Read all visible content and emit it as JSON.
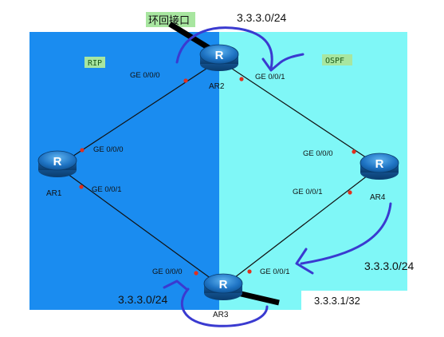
{
  "areas": {
    "left_label": "RIP",
    "right_label": "OSPF",
    "left_color": "#1a8cf0",
    "right_color": "#7ff7f7",
    "tag_color": "#a8e6a0"
  },
  "loopback_label": "环回接口",
  "routers": {
    "ar1": {
      "name": "AR1",
      "glyph": "R"
    },
    "ar2": {
      "name": "AR2",
      "glyph": "R"
    },
    "ar3": {
      "name": "AR3",
      "glyph": "R"
    },
    "ar4": {
      "name": "AR4",
      "glyph": "R"
    }
  },
  "interfaces": {
    "ar2_left": "GE 0/0/0",
    "ar2_right": "GE 0/0/1",
    "ar1_top": "GE 0/0/0",
    "ar1_bottom": "GE 0/0/1",
    "ar4_top": "GE 0/0/0",
    "ar4_bottom": "GE 0/0/1",
    "ar3_left": "GE 0/0/0",
    "ar3_right": "GE 0/0/1"
  },
  "annotations": {
    "top": "3.3.3.0/24",
    "right": "3.3.3.0/24",
    "bottom_left": "3.3.3.0/24",
    "bottom_right": "3.3.3.1/32"
  },
  "colors": {
    "link": "#111111",
    "port_dot": "#e0301e",
    "annotation_stroke": "#3a3ad0",
    "router_body": "#1e6fb8"
  }
}
